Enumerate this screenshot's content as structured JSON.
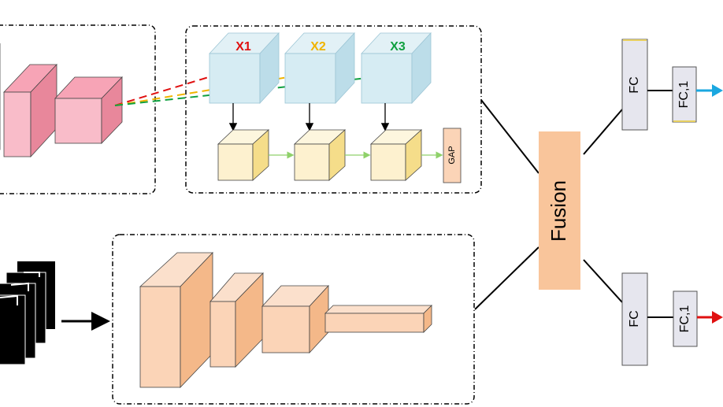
{
  "colors": {
    "x1": "#e01010",
    "x2": "#f0b400",
    "x3": "#10a040",
    "pink_front": "#f9bcc9",
    "pink_side": "#e8879b",
    "pink_top": "#f7a4b6",
    "blue_front": "#d6ecf3",
    "blue_side": "#bcdde9",
    "yellow_front": "#fdf1cf",
    "yellow_side": "#f5dd8a",
    "peach_front": "#fbd4b7",
    "peach_side": "#f4b889",
    "fusion": "#f9c59b",
    "fc_box": "#e6e6ee",
    "arrow_top": "#1aa7e0",
    "arrow_bottom": "#e01010",
    "green_arrow": "#8fd16a"
  },
  "labels": {
    "x1": "X1",
    "x2": "X2",
    "x3": "X3",
    "gap": "GAP",
    "fusion": "Fusion",
    "fc_top": "FC",
    "fc1_top": "FC,1",
    "fc_bottom": "FC",
    "fc1_bottom": "FC,1"
  }
}
